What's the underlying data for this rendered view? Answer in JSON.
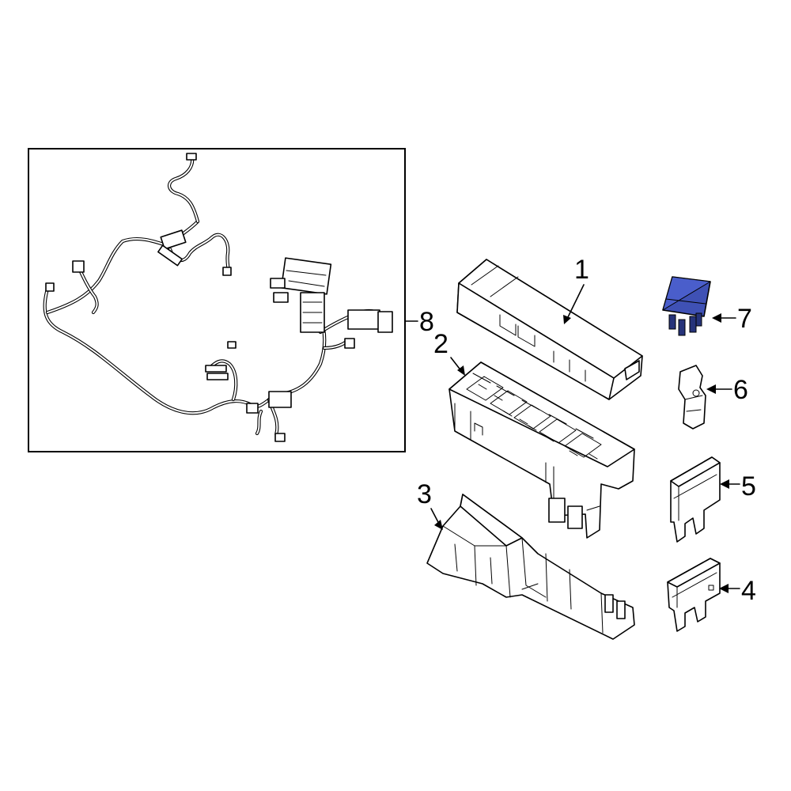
{
  "diagram": {
    "callouts": [
      {
        "id": "cover",
        "label": "1"
      },
      {
        "id": "fuse-box",
        "label": "2"
      },
      {
        "id": "bracket",
        "label": "3"
      },
      {
        "id": "fuse-mini",
        "label": "4"
      },
      {
        "id": "fuse-maxi",
        "label": "5"
      },
      {
        "id": "clip",
        "label": "6"
      },
      {
        "id": "relay",
        "label": "7"
      },
      {
        "id": "harness",
        "label": "8"
      }
    ],
    "colors": {
      "line": "#000000",
      "background": "#ffffff",
      "highlight": "#3f51b5",
      "highlight_dark": "#26337a"
    }
  }
}
